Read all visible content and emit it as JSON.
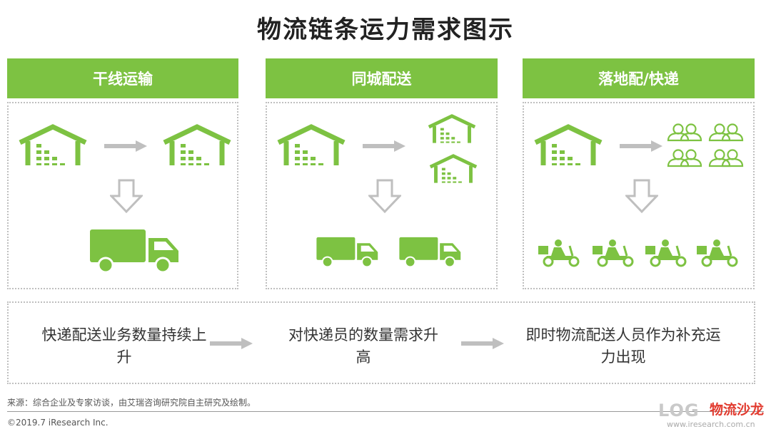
{
  "title": "物流链条运力需求图示",
  "columns": [
    {
      "header": "干线运输"
    },
    {
      "header": "同城配送"
    },
    {
      "header": "落地配/快递"
    }
  ],
  "steps": [
    {
      "text": "快递配送业务数量持续上升"
    },
    {
      "text": "对快递员的数量需求升高"
    },
    {
      "text": "即时物流配送人员作为补充运力出现"
    }
  ],
  "footer": {
    "source": "来源：综合企业及专家访谈，由艾瑞咨询研究院自主研究及绘制。",
    "copyright": "©2019.7 iResearch Inc.",
    "logo_text": "LOG",
    "logo_cn": "物流沙龙",
    "logo_url": "www.iresearch.com.cn"
  },
  "colors": {
    "green": "#7dc242",
    "gray": "#bfbfbf",
    "logo_red": "#e23b2f"
  }
}
